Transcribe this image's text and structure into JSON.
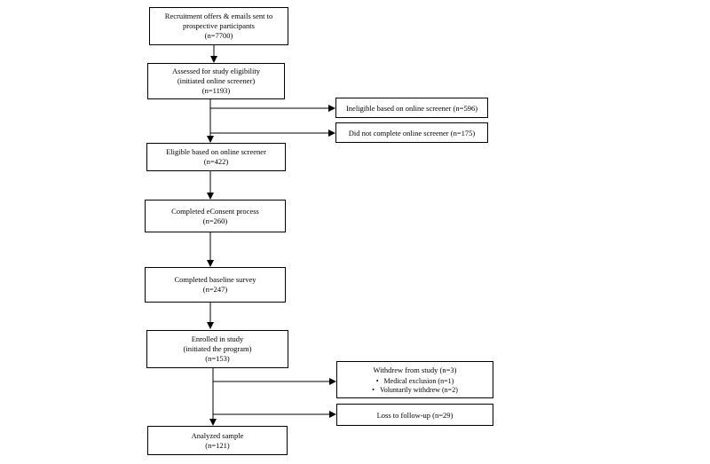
{
  "flow": {
    "recruit": {
      "line1": "Recruitment offers & emails sent to",
      "line2": "prospective participants",
      "n": "(n=7700)"
    },
    "assessed": {
      "line1": "Assessed for study eligibility",
      "line2": "(initiated online screener)",
      "n": "(n=1193)"
    },
    "ineligible": "Ineligible based on online screener (n=596)",
    "notcompleted": "Did not complete online screener (n=175)",
    "eligible": {
      "line1": "Eligible based on online screener",
      "n": "(n=422)"
    },
    "econsent": {
      "line1": "Completed eConsent process",
      "n": "(n=260)"
    },
    "baseline": {
      "line1": "Completed baseline survey",
      "n": "(n=247)"
    },
    "enrolled": {
      "line1": "Enrolled in study",
      "line2": "(initiated the program)",
      "n": "(n=153)"
    },
    "withdrew": {
      "title": "Withdrew from study (n=3)",
      "items": [
        "Medical exclusion (n=1)",
        "Voluntarily withdrew (n=2)"
      ]
    },
    "loss": "Loss to follow-up (n=29)",
    "analyzed": {
      "line1": "Analyzed sample",
      "n": "(n=121)"
    }
  }
}
